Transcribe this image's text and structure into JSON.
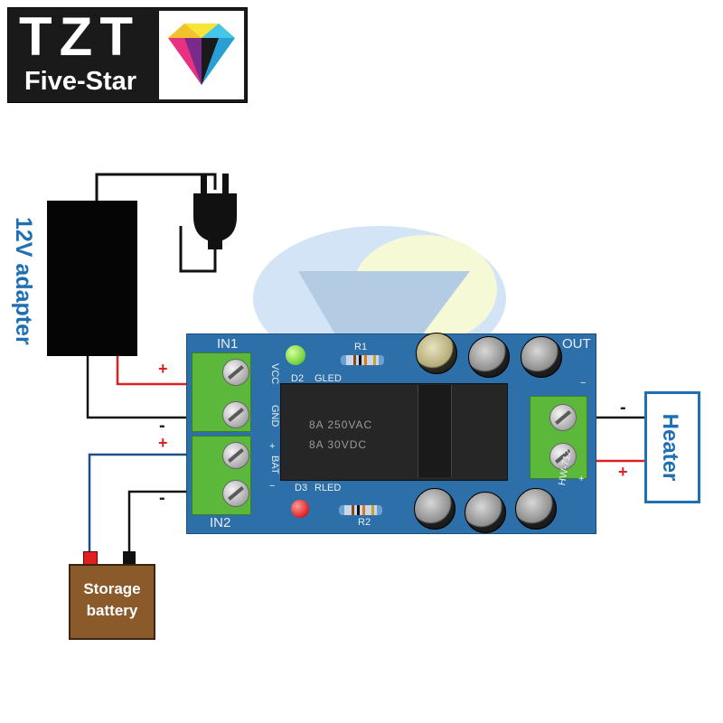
{
  "logo": {
    "line1": "TZT",
    "line2": "Five-Star"
  },
  "adapter": {
    "label": "12V adapter"
  },
  "board": {
    "in1": "IN1",
    "in2": "IN2",
    "out": "OUT",
    "vcc": "VCC",
    "gnd": "GND",
    "bat_plus": "+",
    "bat": "BAT",
    "bat_minus": "−",
    "d2": "D2",
    "gled": "GLED",
    "r1": "R1",
    "d3": "D3",
    "rled": "RLED",
    "r2": "R2",
    "out_minus": "−",
    "out_plus": "+",
    "model": "HW-712",
    "relay_line1": "8A 250VAC",
    "relay_line2": "8A 30VDC"
  },
  "heater": {
    "label": "Heater"
  },
  "battery": {
    "label_line1": "Storage",
    "label_line2": "battery"
  },
  "signs": {
    "in1_plus": "+",
    "in1_minus": "-",
    "in2_plus": "+",
    "in2_minus": "-",
    "out_minus": "-",
    "out_plus": "+"
  },
  "colors": {
    "accent_blue": "#1f6fb5",
    "wire_red": "#e02020",
    "wire_black": "#111111",
    "wire_blue": "#1f4f8a",
    "board_blue": "#2d6fa8",
    "terminal_green": "#5cb83a",
    "battery_brown": "#8b5a2b"
  }
}
